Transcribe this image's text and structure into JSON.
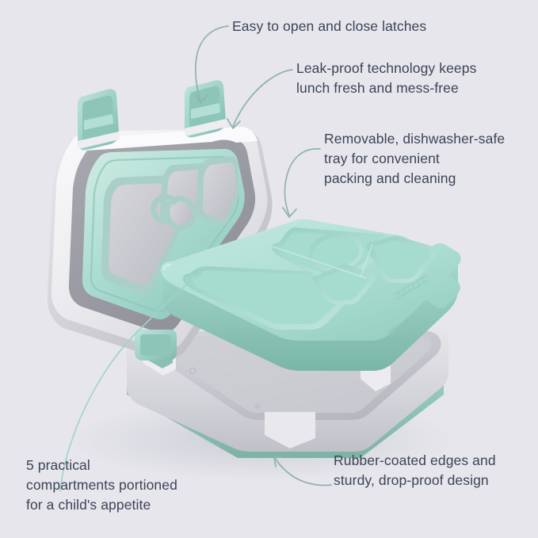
{
  "page": {
    "type": "product-infographic",
    "subject": "children's bento lunch box",
    "background_color": "#e6e6ec",
    "text_color": "#3d4457",
    "accent_color": "#8fd3c8"
  },
  "callouts": [
    {
      "id": "latches",
      "text": "Easy to open and close latches",
      "position": "top-center",
      "leader": "curved-arrow-down-left",
      "points_to": "lid-latch-right"
    },
    {
      "id": "leak-proof",
      "text": "Leak-proof technology keeps\nlunch fresh and mess-free",
      "position": "top-right",
      "leader": "short-line-left",
      "points_to": "lid-gasket-seal"
    },
    {
      "id": "removable-tray",
      "text": "Removable, dishwasher-safe\ntray for convenient\npacking and cleaning",
      "position": "right",
      "leader": "curved-arrow-down-left",
      "points_to": "tray"
    },
    {
      "id": "compartments",
      "text": "5 practical\ncompartments portioned\nfor a child's appetite",
      "position": "bottom-left",
      "leader": "long-curve-up-right",
      "points_to": "tray-compartments"
    },
    {
      "id": "rubber-edges",
      "text": "Rubber-coated edges and\nsturdy, drop-proof design",
      "position": "bottom-right",
      "leader": "curved-arrow-up-left",
      "points_to": "base-rubber-rim"
    }
  ],
  "product": {
    "name": "bento lunch box",
    "colors": {
      "teal_light": "#b7e3da",
      "teal_mid": "#9ed4c8",
      "teal_dark": "#7fbbae",
      "teal_deep": "#6aa79a",
      "grey_shell": "#d9d9de",
      "grey_mid": "#b9b9c0",
      "grey_dark": "#9a9aa2",
      "white": "#f4f4f6",
      "seal_grey": "#c3c3ca"
    },
    "parts": [
      {
        "name": "lid",
        "state": "open",
        "description": "hinged lid with silicone gasket seals"
      },
      {
        "name": "latch-left",
        "state": "open",
        "description": "teal flip latch"
      },
      {
        "name": "latch-right",
        "state": "open",
        "description": "teal flip latch"
      },
      {
        "name": "tray",
        "state": "removable",
        "compartments": 5
      },
      {
        "name": "base",
        "description": "grey container with teal rubber-coated rim"
      }
    ],
    "tray_compartments": [
      {
        "id": 1,
        "shape": "large-rectangle",
        "label": "main"
      },
      {
        "id": 2,
        "shape": "rectangle",
        "label": "top"
      },
      {
        "id": 3,
        "shape": "circle",
        "label": "round-well"
      },
      {
        "id": 4,
        "shape": "small-square",
        "label": "small"
      },
      {
        "id": 5,
        "shape": "rectangle",
        "label": "side"
      }
    ],
    "logo": {
      "embossed": true,
      "legible": false,
      "location": "tray-right-rim"
    }
  }
}
